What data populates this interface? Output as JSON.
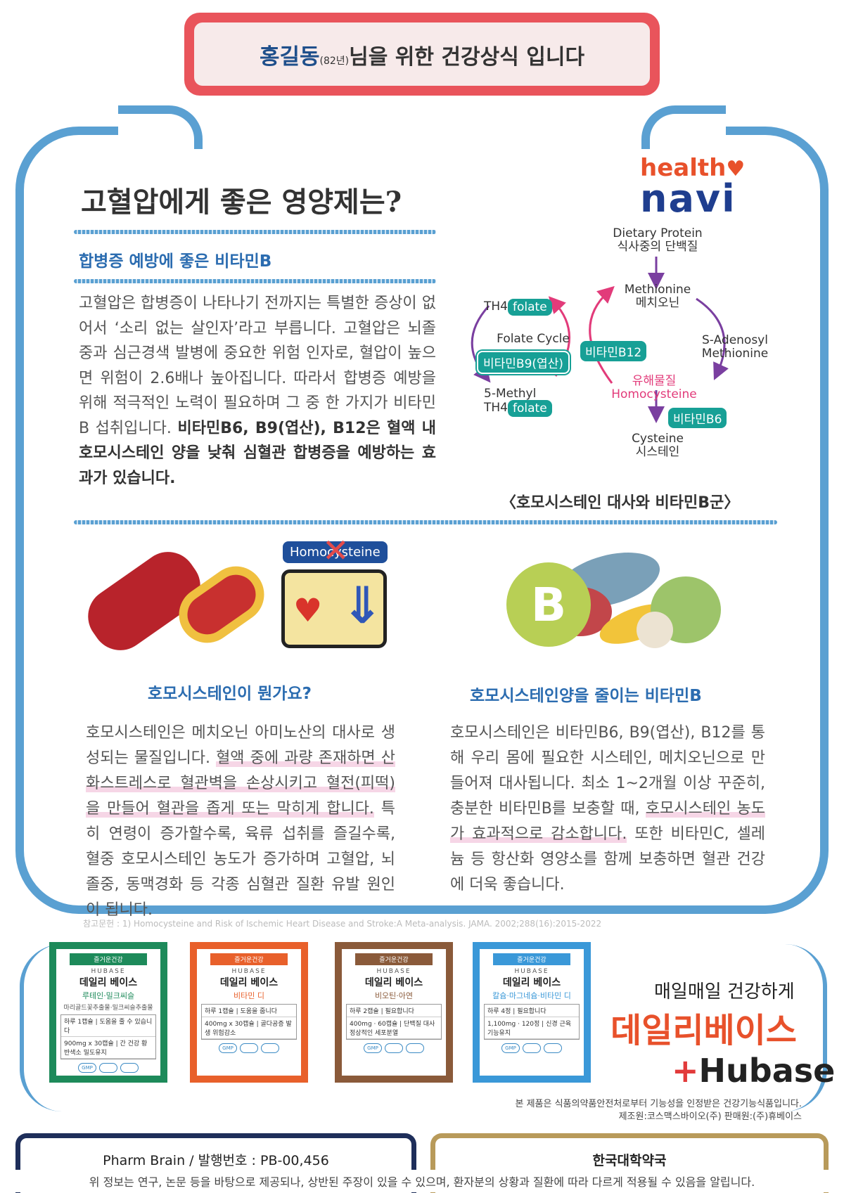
{
  "header": {
    "name": "홍길동",
    "birth_year": "(82년)",
    "suffix": "님을 위한 건강상식 입니다"
  },
  "logo": {
    "health": "health",
    "navi": "navi"
  },
  "title": "고혈압에게 좋은 영양제는?",
  "section1": {
    "subhead": "합병증 예방에 좋은 비타민B",
    "text_plain": "고혈압은 합병증이 나타나기 전까지는 특별한 증상이 없어서 ‘소리 없는 살인자’라고 부릅니다. 고혈압은 뇌졸중과 심근경색 발병에 중요한 위험 인자로, 혈압이 높으면 위험이 2.6배나 높아집니다. 따라서 합병증 예방을 위해 적극적인 노력이 필요하며 그 중 한 가지가 비타민B 섭취입니다.",
    "text_bold": "비타민B6, B9(엽산), B12은 혈액 내 호모시스테인 양을 낮춰 심혈관 합병증을 예방하는 효과가 있습니다."
  },
  "diagram": {
    "dietary_protein_en": "Dietary Protein",
    "dietary_protein_ko": "식사중의 단백질",
    "methionine_en": "Methionine",
    "methionine_ko": "메치오닌",
    "th4": "TH4-",
    "folate": "folate",
    "folate_cycle": "Folate Cycle",
    "vit_b9": "비타민B9(엽산)",
    "methyl": "5-Methyl",
    "th4_2": "TH4-",
    "folate2": "folate",
    "vit_b12": "비타민B12",
    "sadenosyl_1": "S-Adenosyl",
    "sadenosyl_2": "Methionine",
    "harmful": "유해물질",
    "homocysteine": "Homocysteine",
    "vit_b6": "비타민B6",
    "cysteine_en": "Cysteine",
    "cysteine_ko": "시스테인",
    "caption": "〈호모시스테인 대사와 비타민B군〉"
  },
  "illustration": {
    "tag": "Homocysteine",
    "b_letter": "B"
  },
  "section2": {
    "title": "호모시스테인이 뭔가요?",
    "p1": "호모시스테인은 메치오닌 아미노산의 대사로 생성되는 물질입니다.",
    "p2": "혈액 중에 과량 존재하면 산화스트레스로 혈관벽을 손상시키고 혈전(피떡)을 만들어 혈관을 좁게 또는 막히게 합니다.",
    "p3": "특히 연령이 증가할수록, 육류 섭취를 즐길수록, 혈중 호모시스테인 농도가 증가하며 고혈압, 뇌졸중, 동맥경화 등 각종 심혈관 질환 유발 원인이 됩니다."
  },
  "section3": {
    "title": "호모시스테인양을 줄이는 비타민B",
    "p1": "호모시스테인은 비타민B6, B9(엽산), B12를 통해 우리 몸에 필요한 시스테인, 메치오닌으로 만들어져 대사됩니다. 최소 1~2개월 이상 꾸준히, 충분한 비타민B를 보충할 때,",
    "p2": "호모시스테인 농도가 효과적으로 감소합니다.",
    "p3": "또한 비타민C, 셀레늄 등 항산화 영양소를 함께 보충하면 혈관 건강에 더욱 좋습니다."
  },
  "reference": "참고문헌 : 1) Homocysteine and Risk of Ischemic Heart Disease and Stroke:A Meta-analysis. JAMA. 2002;288(16):2015-2022",
  "products": [
    {
      "brand": "즐거운건강",
      "hub": "HUBASE",
      "name": "데일리 베이스",
      "sub": "루테인·밀크씨슬",
      "desc": "마리골드꽃추출물·밀크씨슬추출물",
      "row1a": "하루 1캡슐",
      "row1b": "도움을 줄 수 있습니다",
      "row2a": "900mg x 30캡슐",
      "row2b": "간 건강 황반색소 밀도유지",
      "color": "#1d8a5a"
    },
    {
      "brand": "즐거운건강",
      "hub": "HUBASE",
      "name": "데일리 베이스",
      "sub": "비타민 디",
      "desc": "",
      "row1a": "하루 1캡슐",
      "row1b": "도움을 줍니다",
      "row2a": "400mg x 30캡슐",
      "row2b": "골다공증 발생 위험감소",
      "color": "#e8602b"
    },
    {
      "brand": "즐거운건강",
      "hub": "HUBASE",
      "name": "데일리 베이스",
      "sub": "비오틴·아연",
      "desc": "",
      "row1a": "하루 2캡슐",
      "row1b": "필요합니다",
      "row2a": "400mg · 60캡슐",
      "row2b": "단백질 대사 정상적인 세포분열",
      "color": "#8a5a3a"
    },
    {
      "brand": "즐거운건강",
      "hub": "HUBASE",
      "name": "데일리 베이스",
      "sub": "칼슘·마그네슘·비타민 디",
      "desc": "",
      "row1a": "하루 4정",
      "row1b": "필요합니다",
      "row2a": "1,100mg · 120정",
      "row2b": "신경 근육 기능유지",
      "color": "#3a98d8"
    }
  ],
  "slogan": "매일매일 건강하게",
  "product_brand": "데일리베이스",
  "hubase_plus": "+",
  "hubase_text": "Hubase",
  "notice1": "본 제품은 식품의약품안전처로부터 기능성을 인정받은 건강기능식품입니다.",
  "notice2": "제조원:코스맥스바이오(주) 판매원:(주)휴베이스",
  "footer": {
    "left": "Pharm Brain / 발행번호 : PB-00,456",
    "right": "한국대학약국",
    "disclaimer": "위 정보는 연구, 논문 등을 바탕으로 제공되나, 상반된 주장이 있을 수 있으며, 환자분의 상황과 질환에 따라 다르게 적용될 수 있음을 알립니다."
  }
}
